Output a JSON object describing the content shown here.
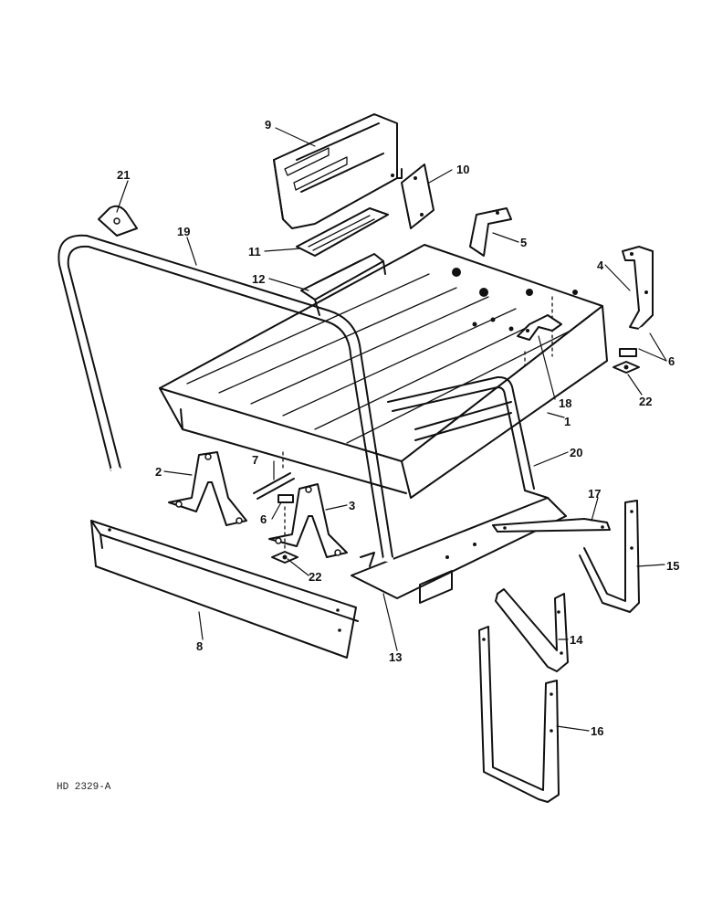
{
  "drawing_code": "HD 2329-A",
  "callouts": [
    {
      "id": "1",
      "text": "1"
    },
    {
      "id": "2",
      "text": "2"
    },
    {
      "id": "3",
      "text": "3"
    },
    {
      "id": "4",
      "text": "4"
    },
    {
      "id": "5",
      "text": "5"
    },
    {
      "id": "6a",
      "text": "6"
    },
    {
      "id": "6b",
      "text": "6"
    },
    {
      "id": "7",
      "text": "7"
    },
    {
      "id": "8",
      "text": "8"
    },
    {
      "id": "9",
      "text": "9"
    },
    {
      "id": "10",
      "text": "10"
    },
    {
      "id": "11",
      "text": "11"
    },
    {
      "id": "12",
      "text": "12"
    },
    {
      "id": "13",
      "text": "13"
    },
    {
      "id": "14",
      "text": "14"
    },
    {
      "id": "15",
      "text": "15"
    },
    {
      "id": "16",
      "text": "16"
    },
    {
      "id": "17",
      "text": "17"
    },
    {
      "id": "18",
      "text": "18"
    },
    {
      "id": "19",
      "text": "19"
    },
    {
      "id": "20",
      "text": "20"
    },
    {
      "id": "21",
      "text": "21"
    },
    {
      "id": "22a",
      "text": "22"
    },
    {
      "id": "22b",
      "text": "22"
    }
  ]
}
